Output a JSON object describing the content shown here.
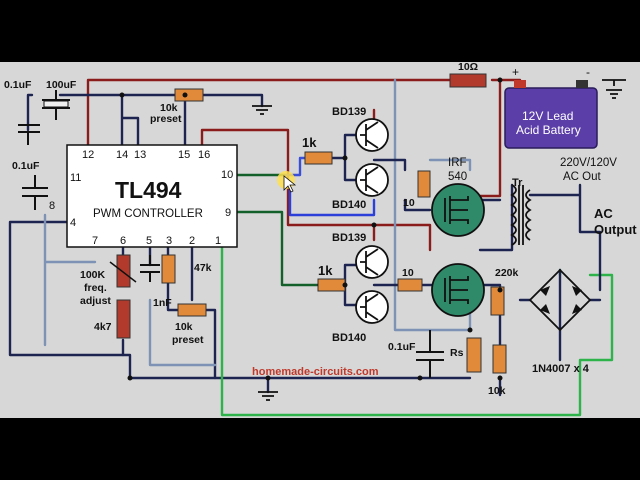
{
  "ic": {
    "name": "TL494",
    "subtitle": "PWM CONTROLLER",
    "pins": {
      "p1": "1",
      "p2": "2",
      "p3": "3",
      "p4": "4",
      "p5": "5",
      "p6": "6",
      "p7": "7",
      "p8": "8",
      "p9": "9",
      "p10": "10",
      "p11": "11",
      "p12": "12",
      "p13": "13",
      "p14": "14",
      "p15": "15",
      "p16": "16"
    }
  },
  "caps": {
    "c1": "0.1uF",
    "c2": "100uF",
    "c3": "0.1uF",
    "c4": "1nF",
    "c5": "0.1uF"
  },
  "resistors": {
    "r_10ohm": "10Ω",
    "r_10k_top": "10k",
    "preset_top": "preset",
    "r_1k_top": "1k",
    "r_1k_bottom": "1k",
    "r_10_top": "10",
    "r_10_bottom": "10",
    "r_100k": "100K",
    "freq": "freq.",
    "adjust": "adjust",
    "r_4k7": "4k7",
    "r_47k": "47k",
    "r_10k_bottom": "10k",
    "preset_bottom": "preset",
    "r_220k": "220k",
    "r_rs": "Rs",
    "r_10k_right": "10k"
  },
  "transistors": {
    "q1": "BD139",
    "q2": "BD140",
    "q3": "BD139",
    "q4": "BD140"
  },
  "mosfet": {
    "line1": "IRF",
    "line2": "540"
  },
  "battery": {
    "line1": "12V Lead",
    "line2": "Acid Battery",
    "minus": "-",
    "plus": "+"
  },
  "transformer": {
    "label": "Tr"
  },
  "ac_out": {
    "line1": "220V/120V",
    "line2": "AC Out",
    "ac_line1": "AC",
    "ac_line2": "Output"
  },
  "diodes": {
    "label": "1N4007 x 4"
  },
  "watermark": "homemade-circuits.com"
}
